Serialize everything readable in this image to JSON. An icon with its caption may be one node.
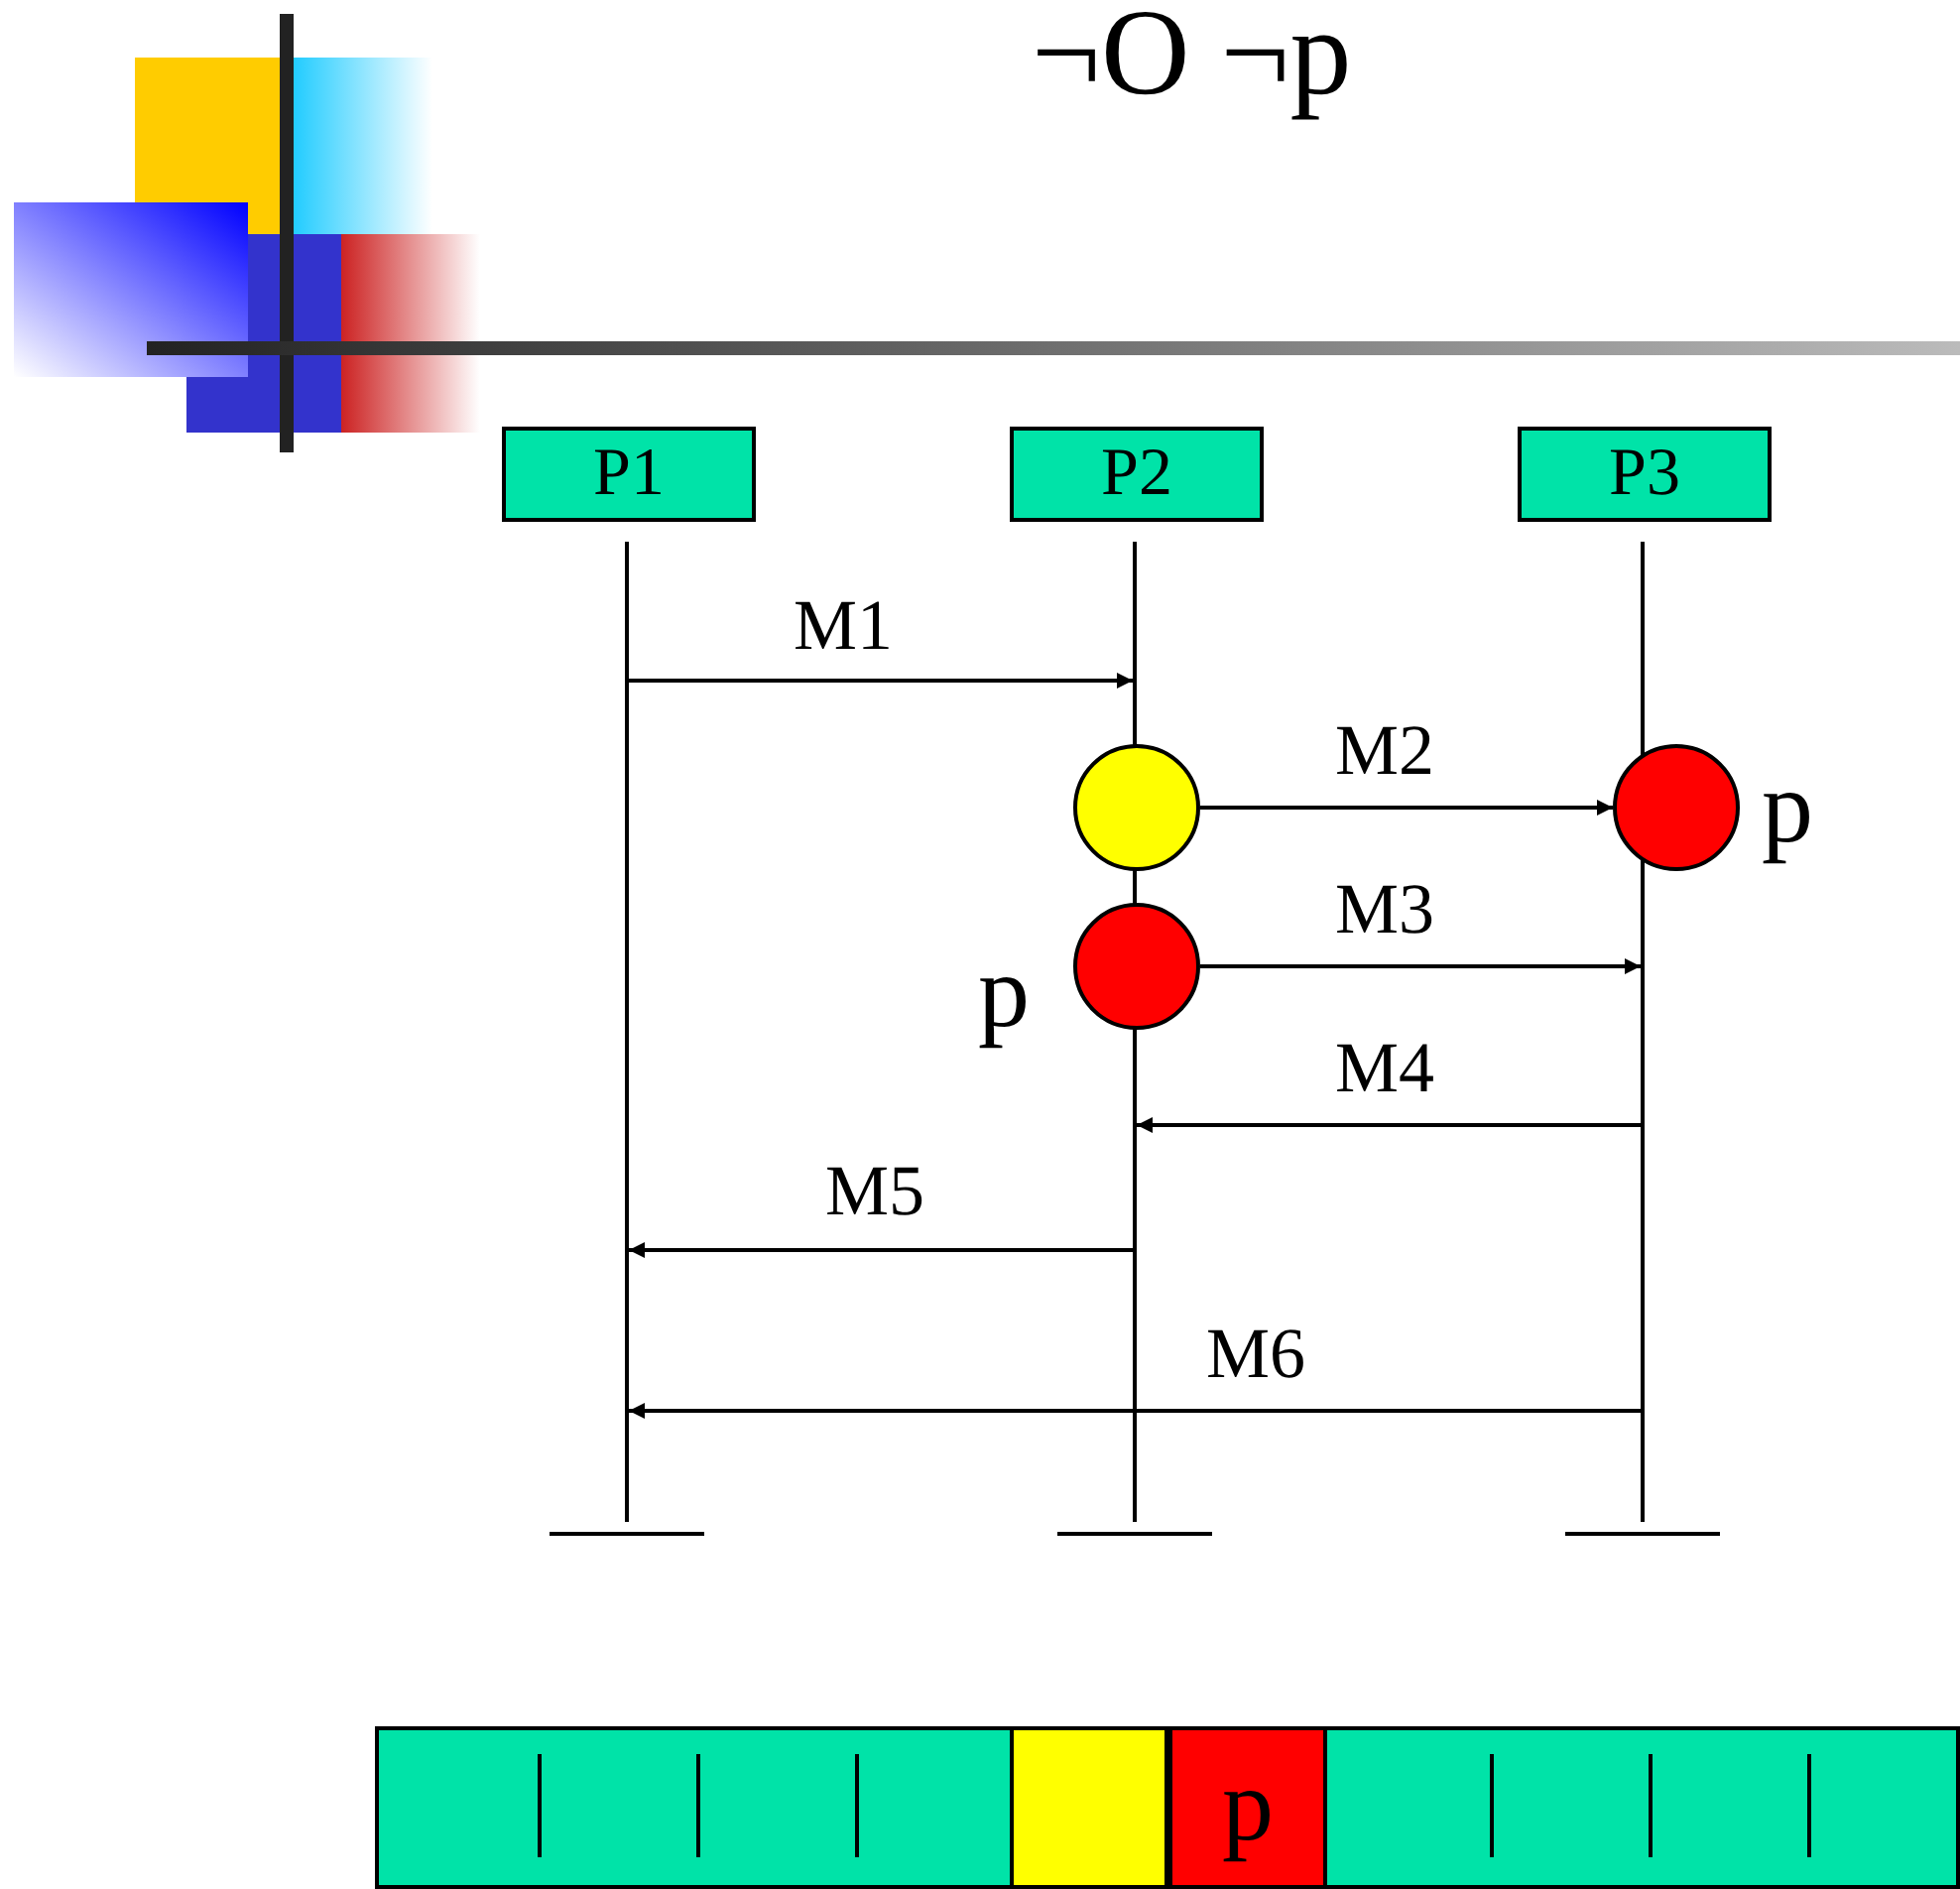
{
  "diagram": {
    "title": "¬O ¬p",
    "nodes": [
      {
        "text": [
          "P1"
        ]
      },
      {
        "text": [
          "P2"
        ]
      },
      {
        "text": [
          "P3"
        ]
      },
      {
        "text": [],
        "shape": "bar"
      },
      {
        "text": [],
        "shape": "bar"
      },
      {
        "text": [],
        "shape": "bar"
      },
      {
        "text": [],
        "shape": "circle"
      },
      {
        "text": [],
        "shape": "circle",
        "beside": [
          "p"
        ]
      },
      {
        "text": [],
        "shape": "circle",
        "beside": [
          "p"
        ]
      },
      {
        "text": [],
        "shape": "bar"
      },
      {
        "text": [],
        "shape": "box",
        "in": 9
      },
      {
        "text": [
          "p"
        ],
        "in": 9
      }
    ],
    "edges": [
      {
        "from": 3,
        "to": 4,
        "arrow": "to",
        "label": "M1"
      },
      {
        "from": 6,
        "to": 7,
        "arrow": "to",
        "label": "M2"
      },
      {
        "from": 8,
        "to": 5,
        "arrow": "to",
        "label": "M3"
      },
      {
        "from": 5,
        "to": 4,
        "arrow": "to",
        "label": "M4"
      },
      {
        "from": 4,
        "to": 3,
        "arrow": "to",
        "label": "M5"
      },
      {
        "from": 5,
        "to": 3,
        "arrow": "to",
        "label": "M6"
      }
    ]
  }
}
